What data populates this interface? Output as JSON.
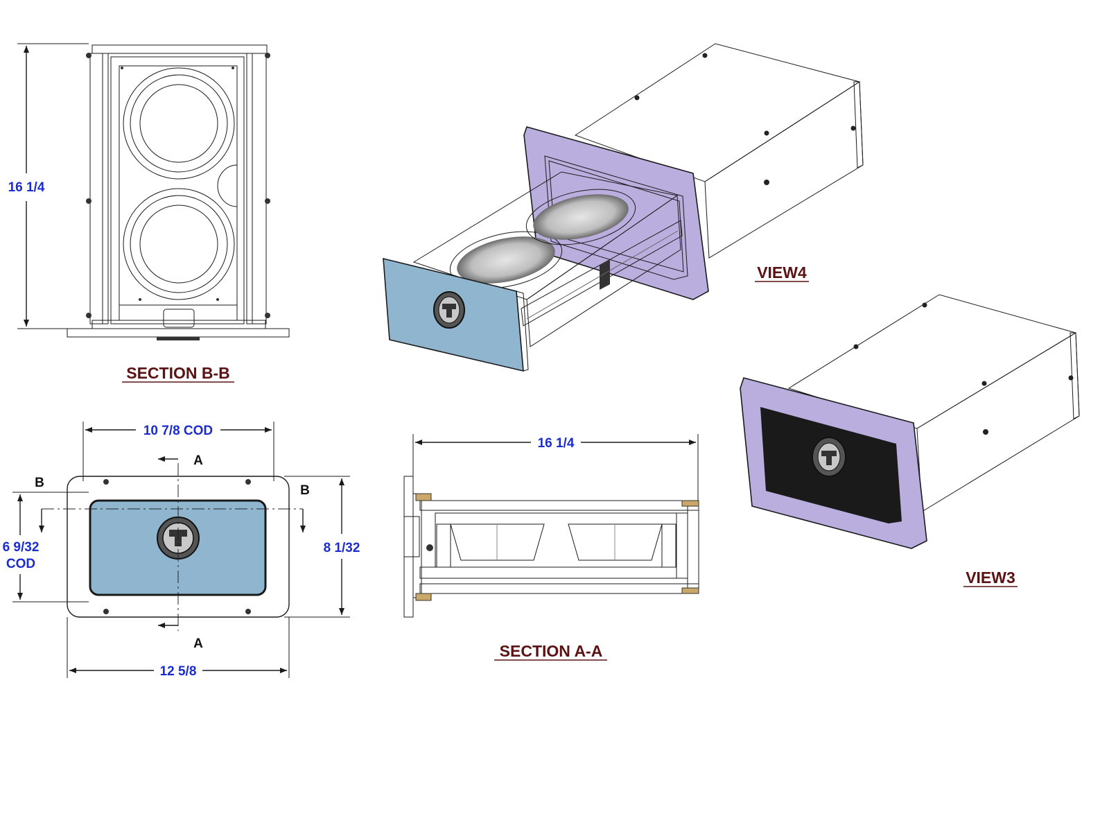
{
  "colors": {
    "flange": "#b9aede",
    "panel": "#8fb5cf",
    "top_panel": "#d6f2e6",
    "side_panel": "#ecc4ad",
    "inner_tray": "#e7dcf5",
    "cup": "#8c8c8c",
    "dimension_text": "#1a2ccf",
    "title_text": "#5a1212"
  },
  "icons": [
    "latch-icon",
    "screw-icon",
    "cup-holder-icon",
    "drawer-slide-icon"
  ],
  "titles": {
    "section_bb": "SECTION B-B",
    "section_aa": "SECTION A-A",
    "view4": "VIEW4",
    "view3": "VIEW3"
  },
  "section_bb": {
    "height_dim": "16 1/4"
  },
  "front_view": {
    "top_dim": "10 7/8 COD",
    "left_dim_line1": "6 9/32",
    "left_dim_line2": "COD",
    "right_dim": "8 1/32",
    "bottom_dim": "12 5/8",
    "cut_a": "A",
    "cut_b": "B"
  },
  "section_aa": {
    "length_dim": "16 1/4"
  }
}
